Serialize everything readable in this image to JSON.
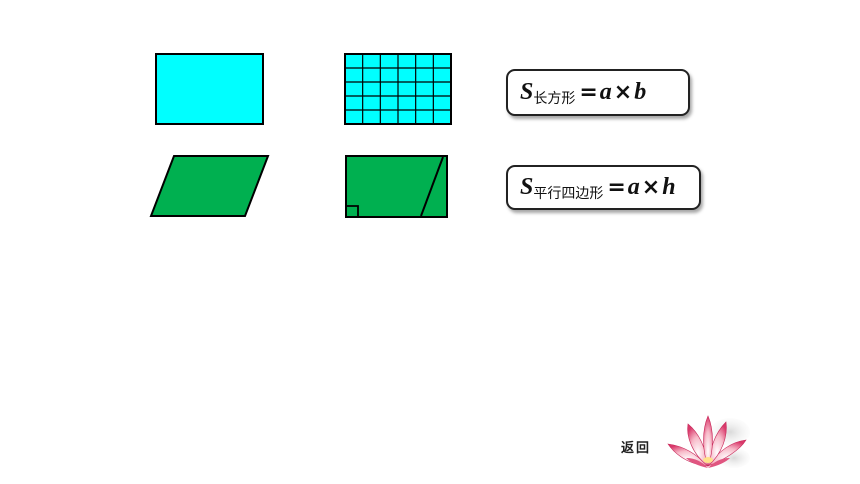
{
  "rectangle_formula": {
    "symbol": "S",
    "subscript": "长方形",
    "equals": "=",
    "a": "a",
    "times": "×",
    "b": "b"
  },
  "parallelogram_formula": {
    "symbol": "S",
    "subscript": "平行四边形",
    "equals": "=",
    "a": "a",
    "times": "×",
    "h": "h"
  },
  "return_button": {
    "label": "返回"
  },
  "colors": {
    "rectangle_fill": "#00ffff",
    "parallelogram_fill": "#00b050",
    "arrow": "#c00000",
    "outline": "#000000"
  },
  "grid": {
    "columns": 6,
    "rows": 5
  },
  "icons": {
    "return_decoration": "lotus-flower-icon"
  }
}
